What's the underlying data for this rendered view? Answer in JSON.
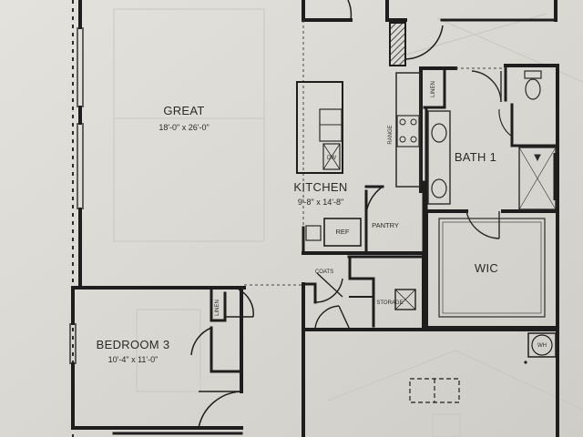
{
  "rooms": {
    "great": {
      "name": "GREAT",
      "dims": "18'-0\" x 26'-0\""
    },
    "kitchen": {
      "name": "KITCHEN",
      "dims": "9'-8\" x 14'-8\""
    },
    "bath1": {
      "name": "BATH 1"
    },
    "wic": {
      "name": "WIC"
    },
    "bedroom3": {
      "name": "BEDROOM 3",
      "dims": "10'-4\" x 11'-0\""
    }
  },
  "fixtures": {
    "dw": "DW",
    "ref": "REF",
    "range": "RANGE",
    "pantry": "PANTRY",
    "coats": "COATS",
    "storage": "STORAGE",
    "linen_bath": "LINEN",
    "linen_bed": "LINEN",
    "wh": "WH"
  },
  "colors": {
    "paper": "#dedcd6",
    "wall": "#1e1e1e",
    "line": "#3a3a3a"
  }
}
